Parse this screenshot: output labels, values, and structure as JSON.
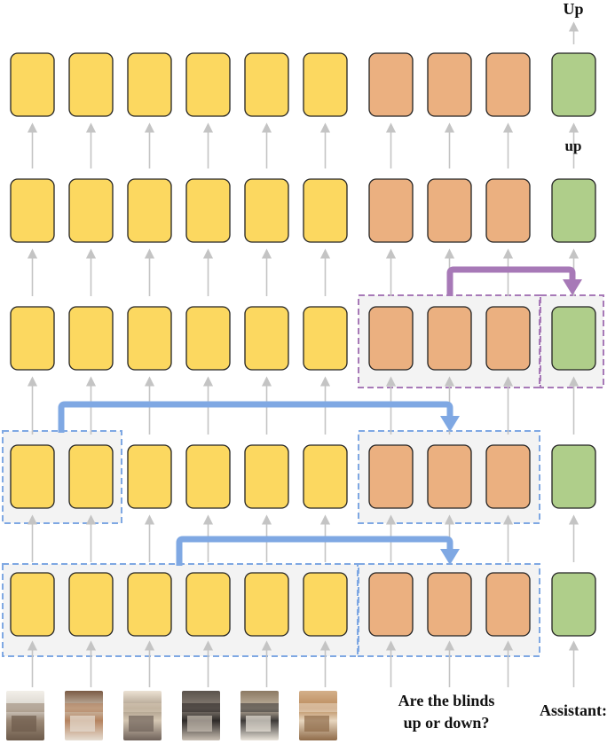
{
  "labels": {
    "output_top": "Up",
    "output_mid": "up",
    "question_line1": "Are the blinds",
    "question_line2": "up or down?",
    "assistant": "Assistant:"
  },
  "colors": {
    "image_token": "#FCD860",
    "text_token": "#EBB080",
    "answer_token": "#AFCE8A",
    "token_border": "#222222",
    "grid_arrow": "#C4C4C4",
    "blue_flow": "#7FA8E3",
    "purple_flow": "#A779B7",
    "group_fill": "#F3F3F3"
  },
  "images": [
    {
      "name": "kitchen-image-1-icon"
    },
    {
      "name": "kitchen-image-2-icon"
    },
    {
      "name": "kitchen-image-3-icon"
    },
    {
      "name": "kitchen-image-4-icon"
    },
    {
      "name": "kitchen-image-5-icon"
    },
    {
      "name": "kitchen-image-6-icon"
    }
  ]
}
